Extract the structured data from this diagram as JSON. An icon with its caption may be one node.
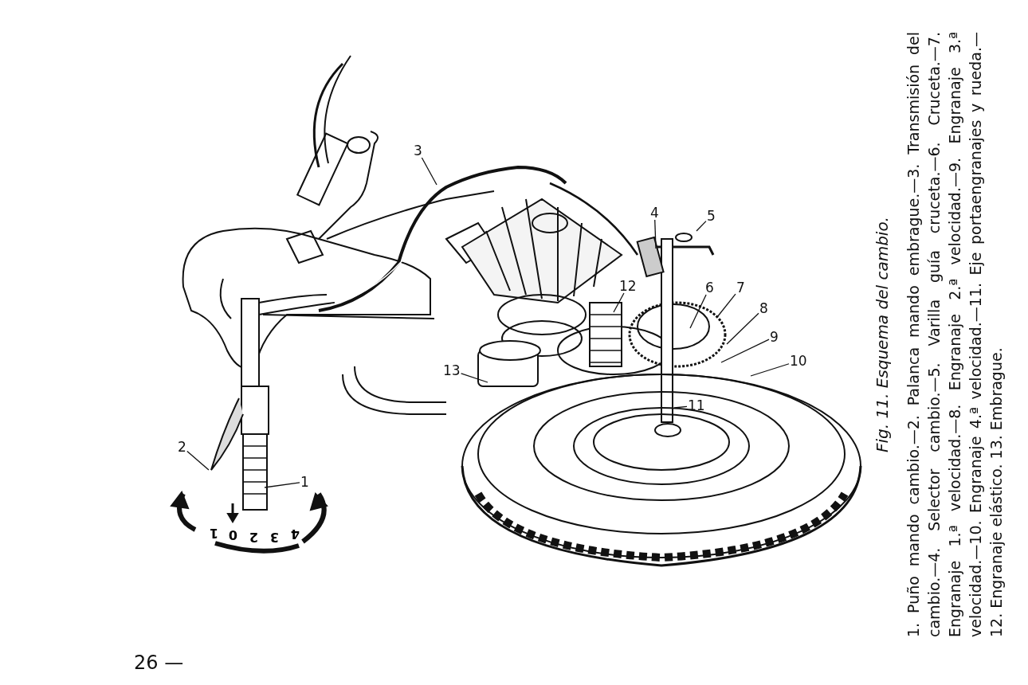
{
  "diagram": {
    "title": "Fig. 11. Esquema del cambio.",
    "caption": "1. Puño mando cambio.—2. Palanca mando embrague.—3. Transmisión del cambio.—4. Selector cambio.—5. Varilla guía cruceta.—6. Cruceta.—7. Engranaje 1.ª velocidad.—8. Engranaje 2.ª velocidad.—9. Engranaje 3.ª velocidad.—10. Engranaje 4.ª velocidad.—11. Eje portaengranajes y rueda.—12. Engranaje elástico. 13. Embrague.",
    "nodes": [
      {
        "text": [
          "3"
        ]
      },
      {
        "text": [
          "4"
        ]
      },
      {
        "text": [
          "5"
        ]
      },
      {
        "text": [
          "12"
        ]
      },
      {
        "text": [
          "6"
        ]
      },
      {
        "text": [
          "7"
        ]
      },
      {
        "text": [
          "8"
        ]
      },
      {
        "text": [
          "9"
        ]
      },
      {
        "text": [
          "13"
        ]
      },
      {
        "text": [
          "10"
        ]
      },
      {
        "text": [
          "11"
        ]
      },
      {
        "text": [
          "2"
        ]
      },
      {
        "text": [
          "1"
        ]
      }
    ],
    "edges": [
      {
        "from": 0,
        "to": null,
        "arrow": "none"
      },
      {
        "from": 1,
        "to": null,
        "arrow": "none"
      },
      {
        "from": 2,
        "to": null,
        "arrow": "none"
      },
      {
        "from": 3,
        "to": null,
        "arrow": "none"
      },
      {
        "from": 4,
        "to": null,
        "arrow": "none"
      },
      {
        "from": 5,
        "to": null,
        "arrow": "none"
      },
      {
        "from": 6,
        "to": null,
        "arrow": "none"
      },
      {
        "from": 7,
        "to": null,
        "arrow": "none"
      },
      {
        "from": 8,
        "to": null,
        "arrow": "none"
      },
      {
        "from": 9,
        "to": null,
        "arrow": "none"
      },
      {
        "from": 10,
        "to": null,
        "arrow": "none"
      },
      {
        "from": 11,
        "to": null,
        "arrow": "none"
      },
      {
        "from": 12,
        "to": null,
        "arrow": "none"
      }
    ],
    "labels": [
      "1",
      "0",
      "2",
      "3",
      "4",
      "26 —"
    ]
  }
}
